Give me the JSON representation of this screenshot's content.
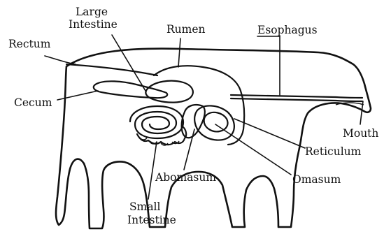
{
  "diagram": {
    "labels": {
      "large_intestine_line1": "Large",
      "large_intestine_line2": "Intestine",
      "rumen": "Rumen",
      "esophagus": "Esophagus",
      "rectum": "Rectum",
      "cecum": "Cecum",
      "mouth": "Mouth",
      "reticulum": "Reticulum",
      "abomasum": "Abomasum",
      "omasum": "Omasum",
      "small_intestine_line1": "Small",
      "small_intestine_line2": "Intestine"
    }
  }
}
